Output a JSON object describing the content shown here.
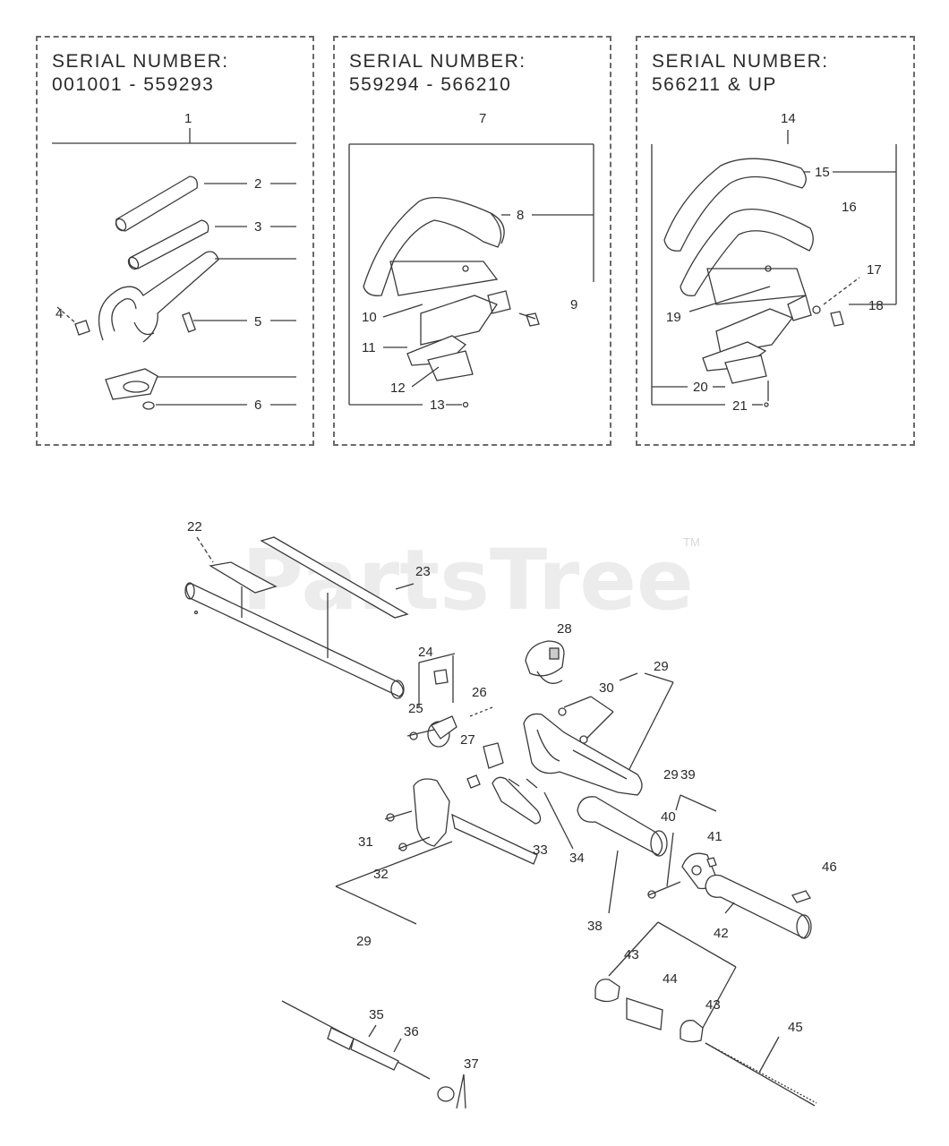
{
  "panels": [
    {
      "title": "SERIAL NUMBER:",
      "range": "001001 - 559293"
    },
    {
      "title": "SERIAL NUMBER:",
      "range": "559294 - 566210"
    },
    {
      "title": "SERIAL NUMBER:",
      "range": "566211 & UP"
    }
  ],
  "watermark": {
    "text": "PartsTree",
    "mark": "TM"
  },
  "labels": {
    "p1": [
      "1",
      "2",
      "3",
      "4",
      "5",
      "6"
    ],
    "p2": [
      "7",
      "8",
      "9",
      "10",
      "11",
      "12",
      "13"
    ],
    "p3": [
      "14",
      "15",
      "16",
      "17",
      "18",
      "19",
      "20",
      "21"
    ],
    "main": [
      "22",
      "23",
      "24",
      "25",
      "26",
      "27",
      "28",
      "29",
      "30",
      "29",
      "31",
      "32",
      "33",
      "34",
      "29",
      "35",
      "36",
      "37",
      "38",
      "39",
      "40",
      "41",
      "42",
      "43",
      "44",
      "43",
      "45",
      "46"
    ]
  }
}
